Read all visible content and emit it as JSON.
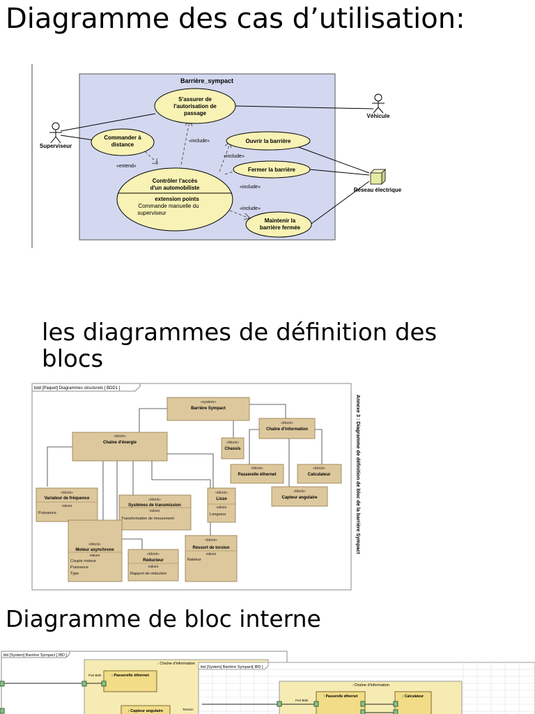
{
  "headings": {
    "use_case": "Diagramme des cas d’utilisation:",
    "bdd_line1": "les diagrammes de définition des",
    "bdd_line2": "blocs",
    "ibd": "Diagramme de bloc interne"
  },
  "use_case_diagram": {
    "system_name": "Barrière_sympact",
    "actors": {
      "superviseur": "Superviseur",
      "vehicule": "Véhicule",
      "reseau": "Réseau électrique"
    },
    "use_cases": {
      "assurer_1": "S'assurer de",
      "assurer_2": "l'autorisation de",
      "assurer_3": "passage",
      "commander_1": "Commander à",
      "commander_2": "distance",
      "ouvrir": "Ouvrir la barrière",
      "fermer": "Fermer la barrière",
      "controler_1": "Contrôler l'accès",
      "controler_2": "d'un automobiliste",
      "ext_points": "extension points",
      "ext_1": "Commande manuelle du",
      "ext_2": "superviseur",
      "maintenir_1": "Maintenir la",
      "maintenir_2": "barrière fermée"
    },
    "relations": {
      "include": "«include»",
      "extend": "«extend»"
    }
  },
  "bdd_diagram": {
    "frame_title": "bdd [Paquet] Diagrammes structurels [ BDD1 ]",
    "side_caption": "Annexe 3 : Diagramme de définition de bloc de la barrière Sympact",
    "stereo_block": "«block»",
    "stereo_system": "«system»",
    "stereo_values": "values",
    "blocks": {
      "system": "Barrière Sympact",
      "energie": "Chaîne d'énergie",
      "information": "Chaîne d'information",
      "chassis": "Chassis",
      "passerelle": "Passerelle éthernet",
      "calculateur": "Calculateur",
      "capteur": "Capteur angulaire",
      "variateur": "Variateur de fréquence",
      "variateur_v1": "Puissance",
      "transmission": "Systèmes de transmission",
      "transmission_v1": "Transformation de mouvement",
      "lisse": "Lisse",
      "lisse_v1": "Longueur",
      "moteur": "Moteur asynchrone",
      "moteur_v1": "Couple moteur",
      "moteur_v2": "Puissance",
      "moteur_v3": "Type",
      "reducteur": "Réducteur",
      "reducteur_v1": "Rapport de réduction",
      "ressort": "Ressort de torsion",
      "ressort_v1": "Raideur"
    }
  },
  "ibd_diagram": {
    "frame1_title": "ibd [System] Barrière Sympact [ IBD ]",
    "frame2_title": "ibd [System] Barrière Sympact[ IBD ]",
    "chaine_info": ": Chaîne d'information",
    "passerelle": ": Passerelle éthernet",
    "calculateur": ": Calculateur",
    "capteur": ": Capteur angulaire",
    "port_bidir": "Port Bidir",
    "tension": "Tension"
  }
}
